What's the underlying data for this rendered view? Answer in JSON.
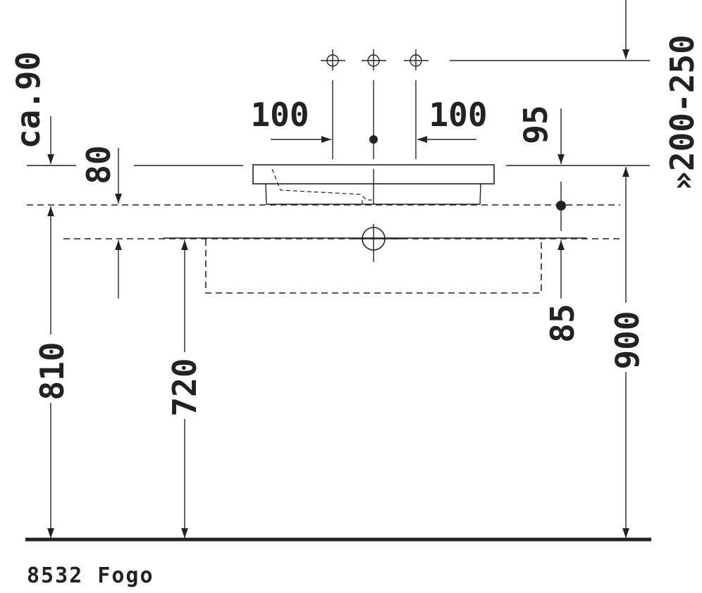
{
  "labels": {
    "ca90": "ca.90",
    "d80": "80",
    "d100_left": "100",
    "d100_right": "100",
    "d95": "95",
    "d200_250": "»200-250",
    "d810": "810",
    "d720": "720",
    "d85": "85",
    "d900": "900"
  },
  "caption": "8532 Fogo"
}
